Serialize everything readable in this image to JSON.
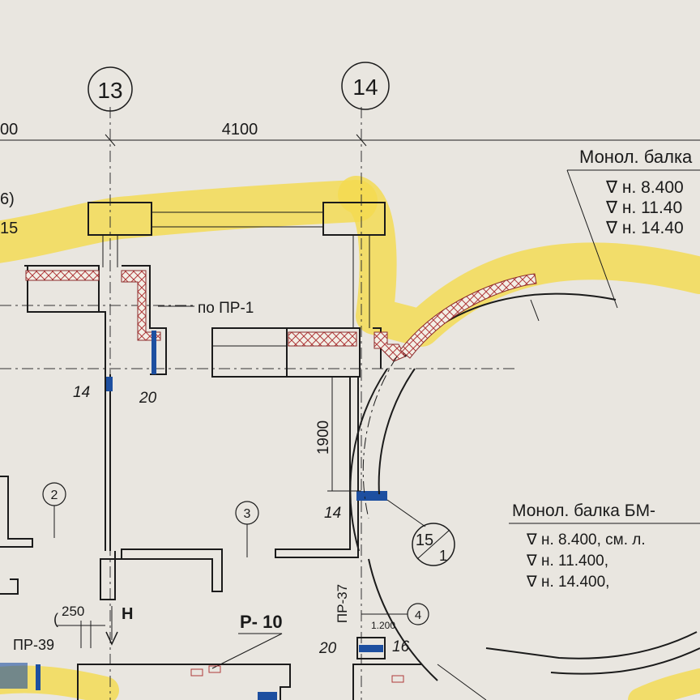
{
  "grid_axes": {
    "axis_13": "13",
    "axis_14": "14",
    "dim_13_14": "4100",
    "dim_left_partial": "00"
  },
  "left_labels": {
    "partial_top": "6)",
    "partial_yellow": "15"
  },
  "annotations": {
    "po_pr1": "по ПР-1",
    "dim_1900": "1900",
    "dim_250": "250",
    "pr39": "ПР-39",
    "pr37": "ПР-37",
    "p10": "Р- 10",
    "h": "Н",
    "mark_14_a": "14",
    "mark_20_a": "20",
    "mark_14_b": "14",
    "mark_20_b": "20",
    "mark_16": "16",
    "node_15_top": "15",
    "node_15_bottom": "1",
    "room_2": "2",
    "room_3": "3",
    "room_4": "4",
    "paren": "(",
    "tick_note": "1.200"
  },
  "beam_note_top": {
    "title": "Монол. балка",
    "levels": [
      "∇ н.  8.400",
      "∇ н.  11.40",
      "∇ н.  14.40"
    ]
  },
  "beam_note_bottom": {
    "title": "Монол. балка БМ-",
    "levels": [
      "∇ н.  8.400,  см. л.",
      "∇ н.  11.400,",
      "∇ н.  14.400,"
    ]
  },
  "colors": {
    "paper": "#e9e6e0",
    "highlighter": "#f4da4f",
    "ink": "#1b1b1b",
    "wall_accent": "#1d4fa0",
    "hatch": "#8a2a2a"
  }
}
